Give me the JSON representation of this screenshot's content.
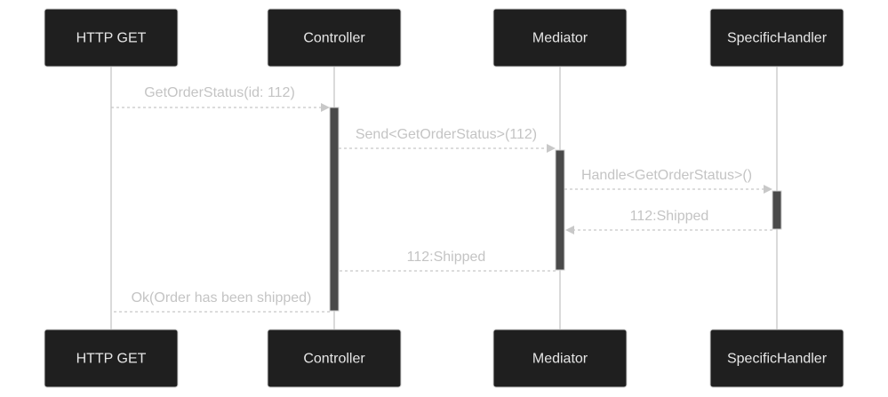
{
  "participants": [
    {
      "id": "http",
      "label": "HTTP GET"
    },
    {
      "id": "controller",
      "label": "Controller"
    },
    {
      "id": "mediator",
      "label": "Mediator"
    },
    {
      "id": "handler",
      "label": "SpecificHandler"
    }
  ],
  "messages": [
    {
      "from": "http",
      "to": "controller",
      "label": "GetOrderStatus(id: 112)"
    },
    {
      "from": "controller",
      "to": "mediator",
      "label": "Send<GetOrderStatus>(112)"
    },
    {
      "from": "mediator",
      "to": "handler",
      "label": "Handle<GetOrderStatus>()"
    },
    {
      "from": "handler",
      "to": "mediator",
      "label": "112:Shipped"
    },
    {
      "from": "mediator",
      "to": "controller",
      "label": "112:Shipped"
    },
    {
      "from": "controller",
      "to": "http",
      "label": "Ok(Order has been shipped)"
    }
  ],
  "colors": {
    "actor_fill": "#1f1f1f",
    "actor_text": "#e6e6e6",
    "lifeline": "#b4b4b4",
    "activation": "#4a4a4a",
    "message": "#c8c8c8"
  }
}
